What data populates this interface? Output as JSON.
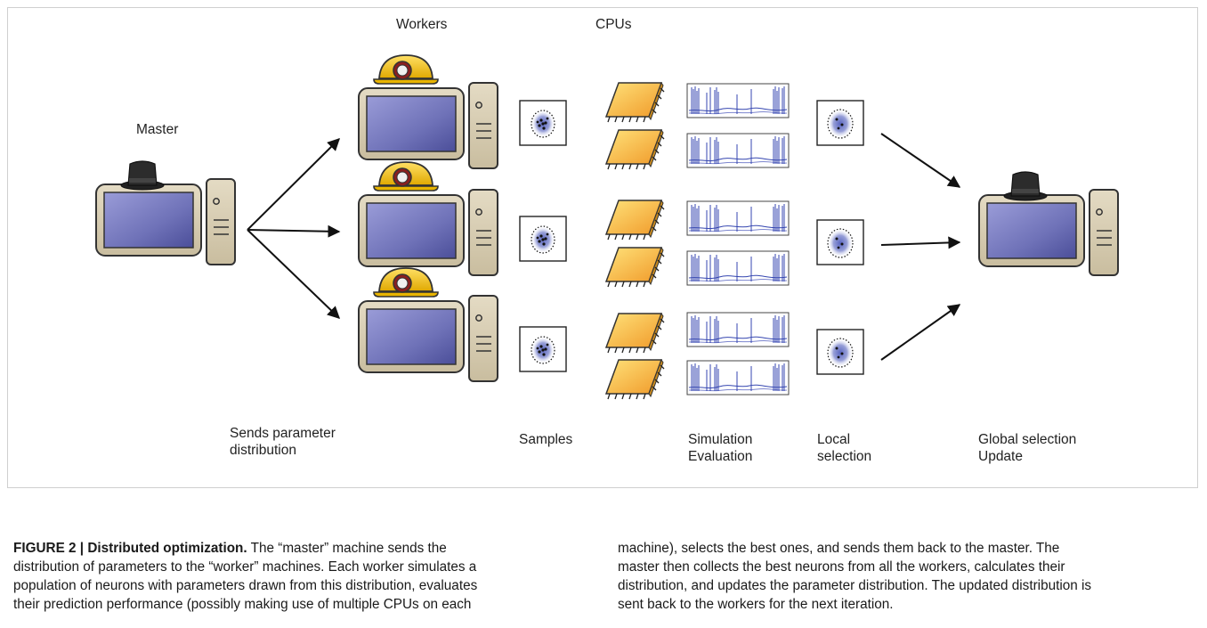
{
  "labels": {
    "workers": "Workers",
    "cpus": "CPUs",
    "master": "Master",
    "sends": "Sends parameter\ndistribution",
    "samples": "Samples",
    "simulation": "Simulation\nEvaluation",
    "local": "Local\nselection",
    "global": "Global selection\nUpdate"
  },
  "caption": {
    "figure_label": "FIGURE 2 | Distributed optimization.",
    "col1_text": " The “master” machine sends the distribution of parameters to the “worker” machines. Each worker simulates a population of neurons with parameters drawn from this distribution, evaluates their prediction performance (possibly making use of multiple CPUs on each",
    "col2_text": "machine), selects the best ones, and sends them back to the master. The master then collects the best neurons from all the workers, calculates their distribution, and updates the parameter distribution. The updated distribution is sent back to the workers for the next iteration."
  },
  "colors": {
    "screen": "#6f72b8",
    "case": "#d9cfb4",
    "hardhat": "#f2c400",
    "chip": "#f4b43a",
    "trace": "#3546b0",
    "dist": "#5a66c0"
  }
}
